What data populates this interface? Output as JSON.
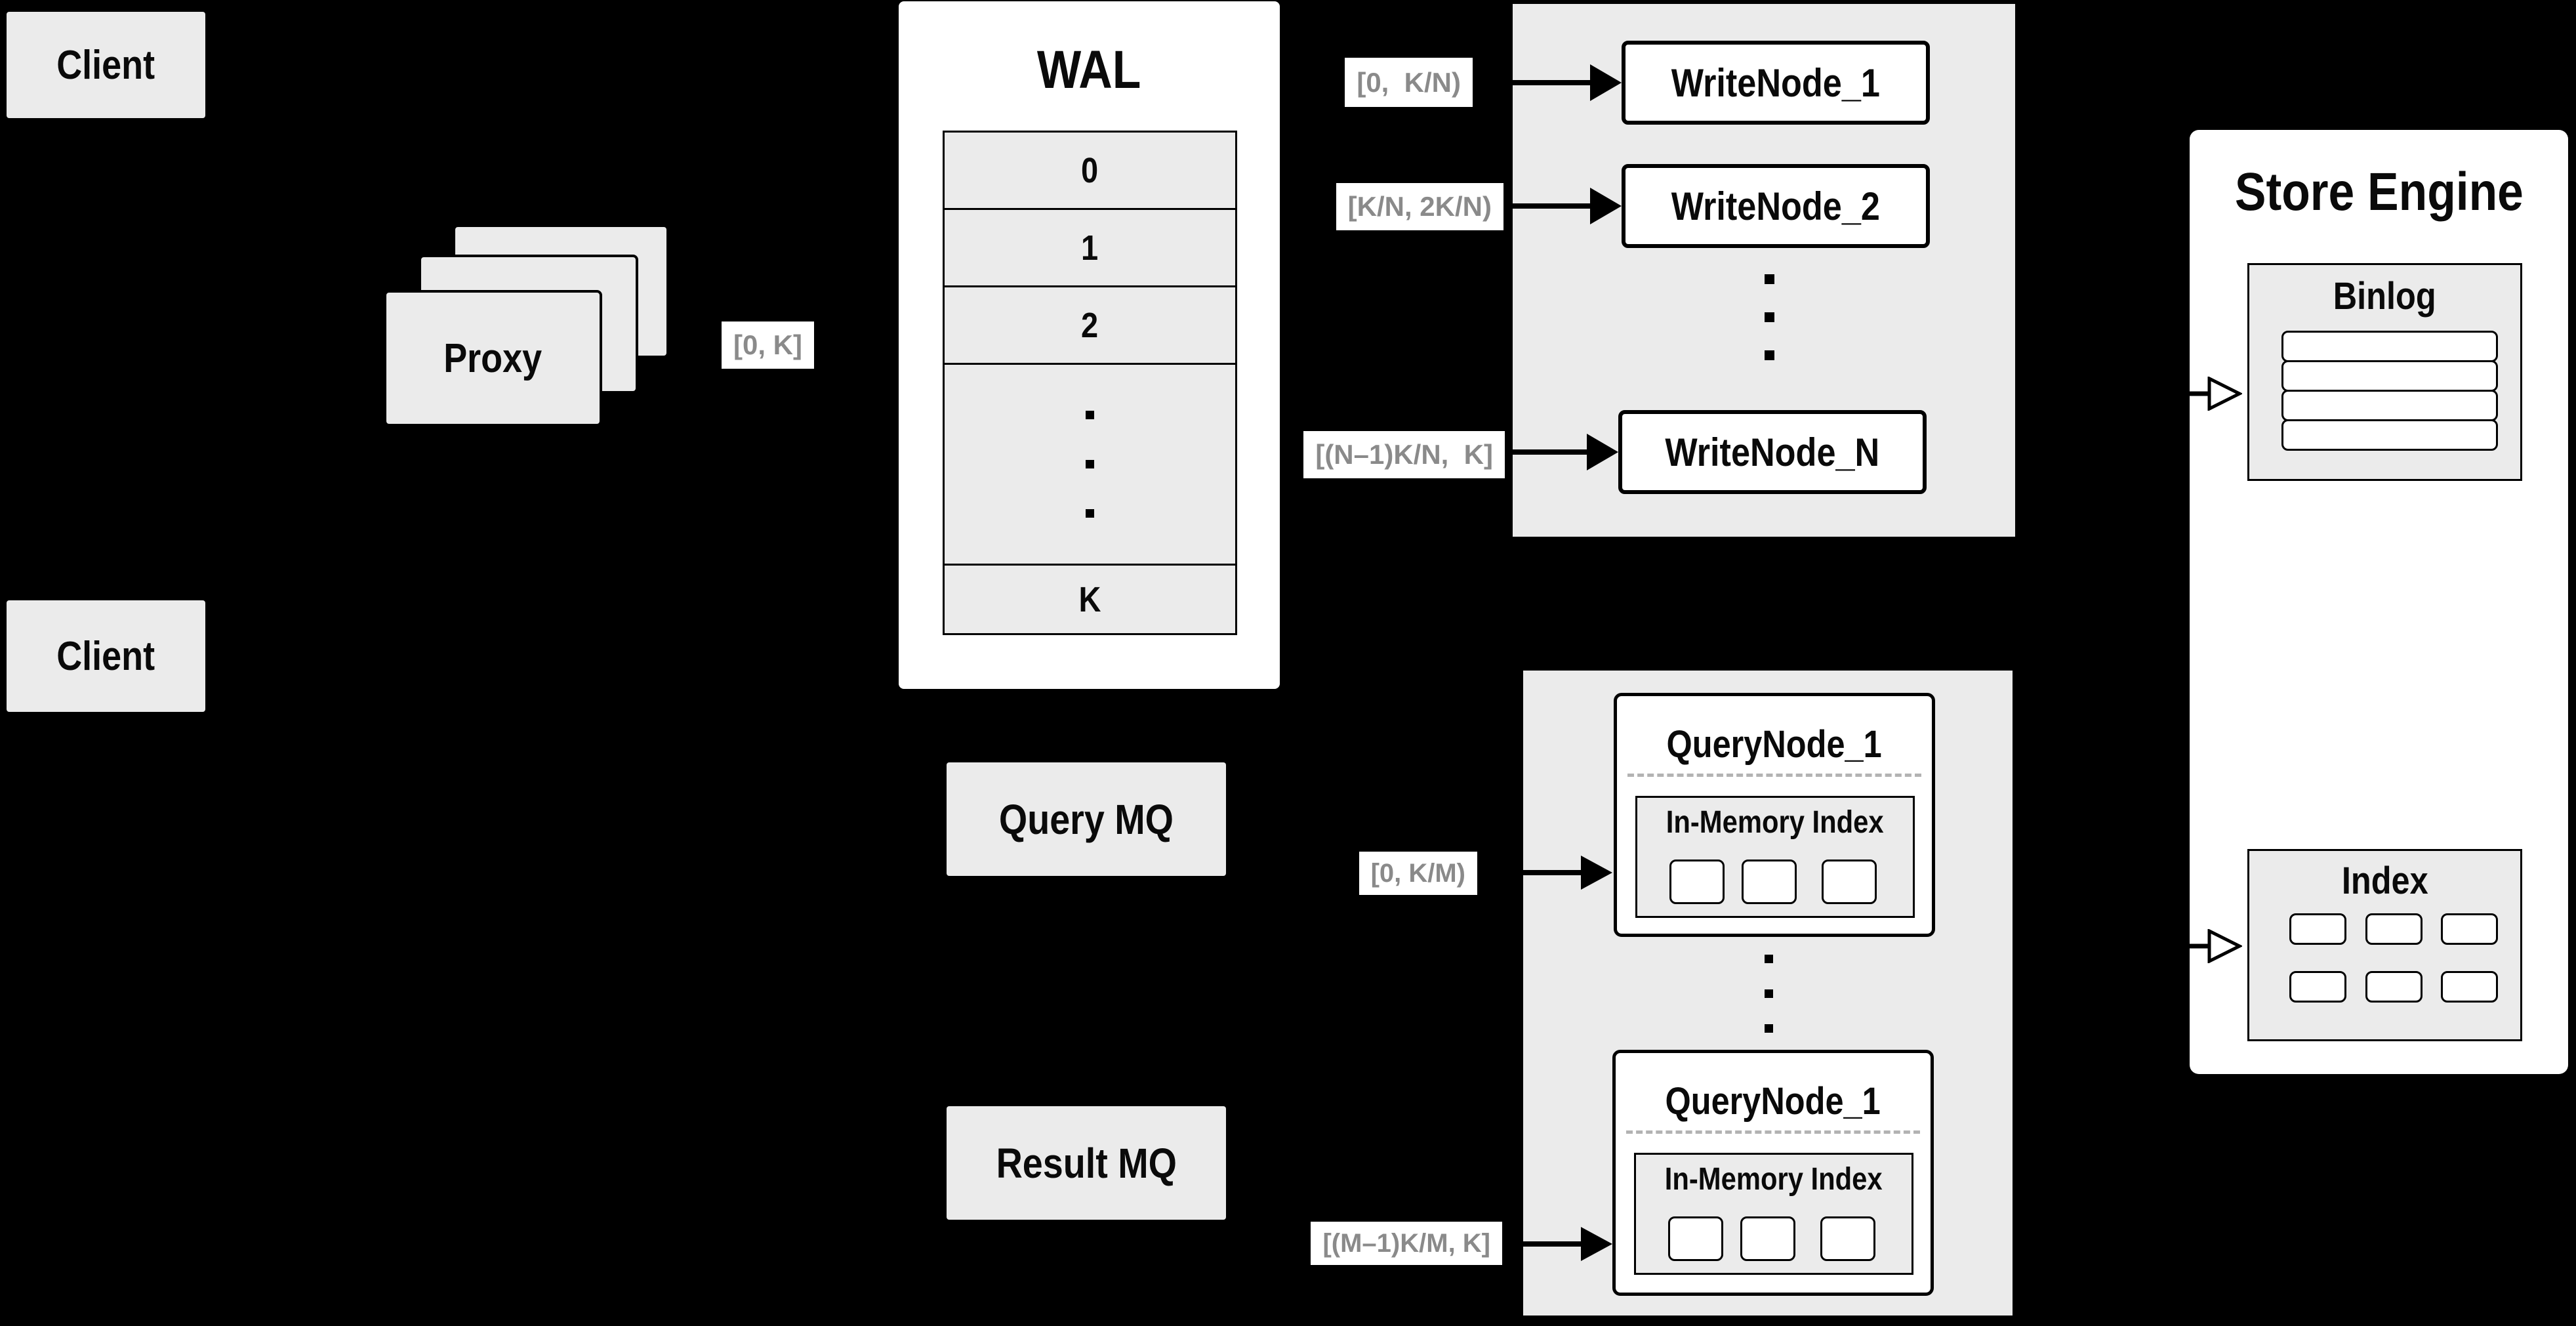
{
  "colors": {
    "background": "#000000",
    "panel_gray": "#ebebeb",
    "box_white": "#ffffff",
    "line_black": "#000000",
    "chip_text_gray": "#8a8a8a",
    "dashed_separator_gray": "#b3b3b3"
  },
  "clients": {
    "top_label": "Client",
    "bottom_label": "Client"
  },
  "proxy": {
    "label": "Proxy",
    "range_label": "[0, K]"
  },
  "wal": {
    "title": "WAL",
    "rows": [
      "0",
      "1",
      "2"
    ],
    "last_row": "K"
  },
  "write_nodes": {
    "nodes": [
      {
        "label": "WriteNode_1",
        "range": "[0,  K/N)"
      },
      {
        "label": "WriteNode_2",
        "range": "[K/N, 2K/N)"
      },
      {
        "label": "WriteNode_N",
        "range": "[(N–1)K/N,  K]"
      }
    ]
  },
  "query_nodes": {
    "inmem_label": "In-Memory Index",
    "nodes": [
      {
        "label": "QueryNode_1",
        "range": "[0, K/M)"
      },
      {
        "label": "QueryNode_1",
        "range": "[(M–1)K/M, K]"
      }
    ]
  },
  "store_engine": {
    "title": "Store Engine",
    "binlog_label": "Binlog",
    "index_label": "Index"
  },
  "message_queues": {
    "query_label": "Query MQ",
    "result_label": "Result MQ"
  }
}
